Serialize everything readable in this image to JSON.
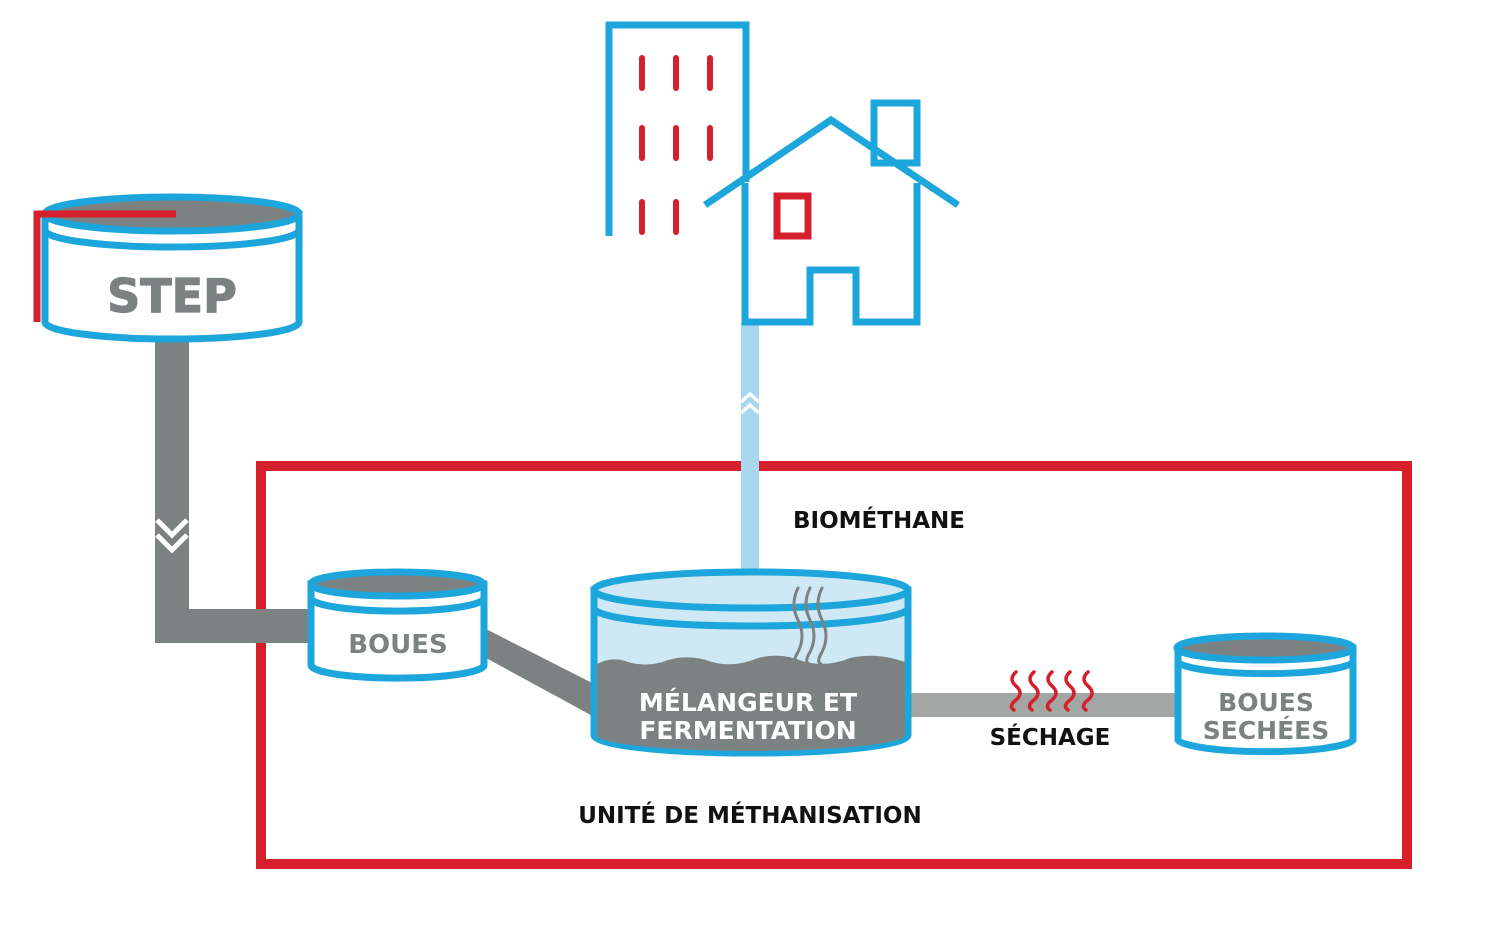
{
  "colors": {
    "blue": "#1da6dc",
    "red": "#d51f2b",
    "gray": "#7c8281",
    "gray_light": "#a2a6a5",
    "sky": "#cfe8f5",
    "sky_pipe": "#a9d7f0",
    "text_dark": "#111111"
  },
  "icons": [
    "office-building-icon",
    "house-icon",
    "heat-waves-icon",
    "vapor-icon",
    "chevron-down-icon",
    "chevron-up-icon"
  ],
  "labels": {
    "step": "STEP",
    "boues": "BOUES",
    "melangeur_line1": "MÉLANGEUR ET",
    "melangeur_line2": "FERMENTATION",
    "biomethane": "BIOMÉTHANE",
    "sechage": "SÉCHAGE",
    "boues_sechees_line1": "BOUES",
    "boues_sechees_line2": "SECHÉES",
    "unit": "UNITÉ DE MÉTHANISATION"
  }
}
